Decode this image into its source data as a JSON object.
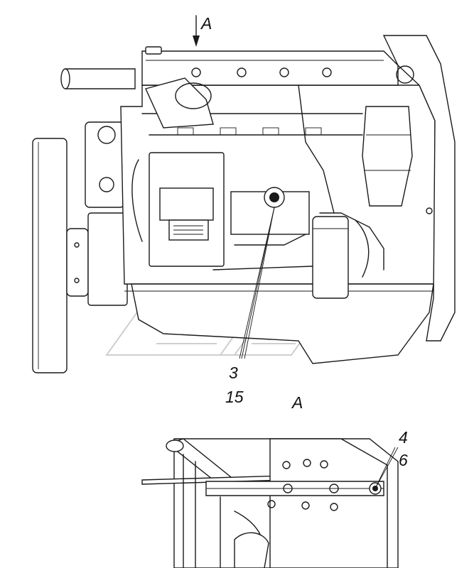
{
  "view_marker_top": "A",
  "view_title": "A",
  "callouts": {
    "engine_top": "3",
    "engine_bottom": "15",
    "detail_top": "4",
    "detail_bottom": "6"
  }
}
